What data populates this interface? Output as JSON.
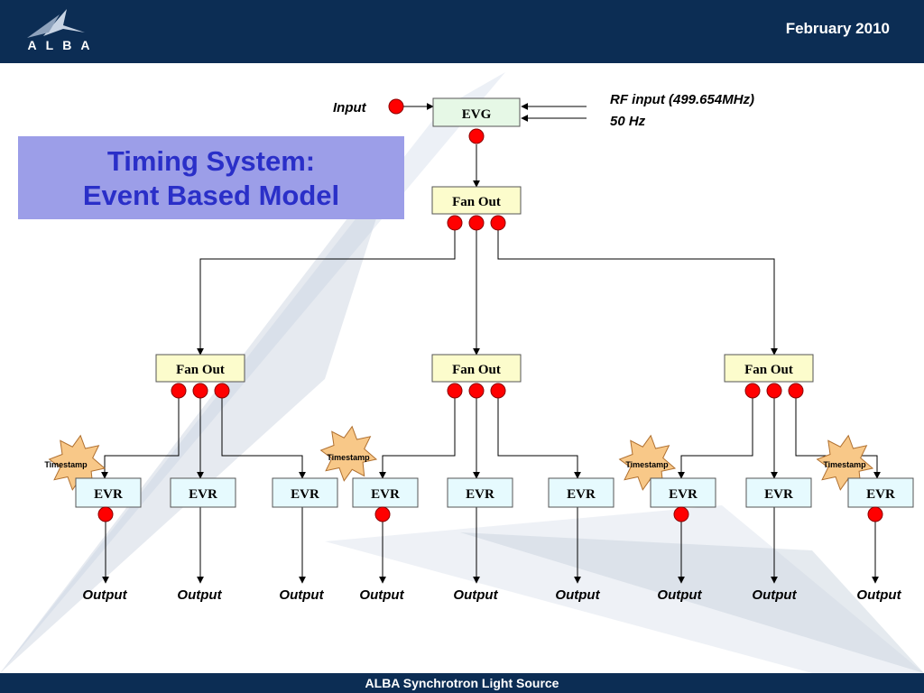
{
  "header": {
    "date": "February 2010",
    "logo_text": "ALBA"
  },
  "title": {
    "line1": "Timing System:",
    "line2": "Event Based Model"
  },
  "footer": {
    "text": "ALBA Synchrotron Light Source"
  },
  "diagram": {
    "input_label": "Input",
    "evg_label": "EVG",
    "rf_input_label": "RF input (499.654MHz)",
    "hz_label": "50 Hz",
    "fanout_label": "Fan Out",
    "evr_label": "EVR",
    "output_label": "Output",
    "timestamp_label": "Timestamp"
  },
  "colors": {
    "header_bg": "#0c2d54",
    "title_bg": "#9c9ee8",
    "title_text": "#2a2fc8",
    "evg_box": "#e6f8e6",
    "fanout_box": "#fcfccc",
    "evr_box": "#e6fafe",
    "connector": "#ff0000",
    "starburst": "#f8c888"
  }
}
